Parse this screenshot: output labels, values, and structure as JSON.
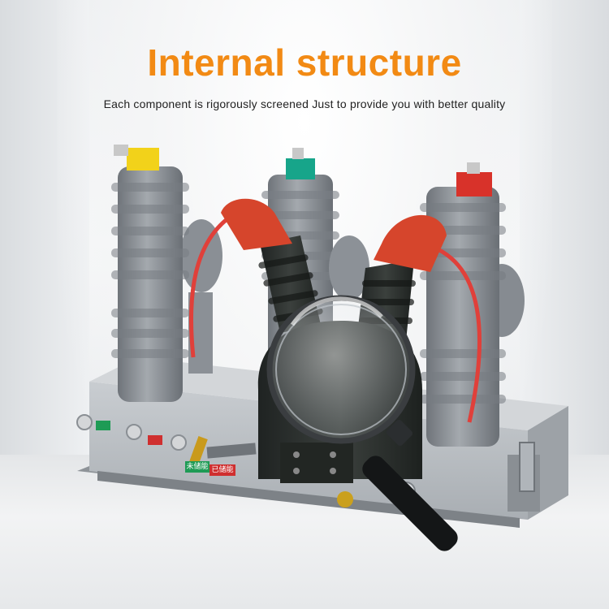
{
  "header": {
    "title": "Internal structure",
    "subtitle": "Each component is rigorously screened Just to provide you with better quality"
  },
  "colors": {
    "title": "#f28a14",
    "insulator_gray": "#8d9298",
    "phase_yellow": "#f2d21a",
    "phase_green": "#17a58a",
    "phase_red": "#d8322a",
    "boot_red": "#d6452c",
    "body_black": "#2c302e",
    "cabinet_gray": "#b9bdc1"
  },
  "labels": {
    "tag_left": "未储能",
    "tag_right": "已储能"
  },
  "icons": [
    "magnifying-glass-icon"
  ]
}
